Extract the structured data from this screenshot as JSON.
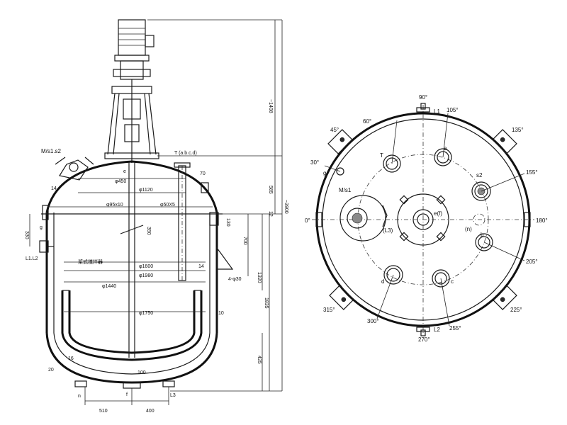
{
  "side_view": {
    "flange_labels": {
      "manhole_nozzle": "M/s1.s2",
      "thermometer": "T (a.b.c.d)",
      "nozzle_e": "e",
      "nozzle_g": "g",
      "nozzle_l1l2": "L1.L2",
      "nozzle_n": "n",
      "nozzle_f": "f",
      "nozzle_l3": "L3"
    },
    "dimensions": {
      "d450": "φ450",
      "d1120": "φ1120",
      "d95x10": "φ95x10",
      "d50x5": "φ50X5",
      "d1600": "φ1600",
      "d1980": "φ1980",
      "d1440": "φ1440",
      "d1750": "φ1750",
      "support": "4-φ30",
      "h1408": "~1408",
      "h585": "585",
      "h12": "12",
      "h3900": "~3900",
      "h700": "700",
      "h1320": "1320",
      "h1835": "1835",
      "h425": "425",
      "h350": "350",
      "h330": "330",
      "h130": "130",
      "h70": "70",
      "h14a": "14",
      "h14b": "14",
      "h10": "10",
      "h16": "16",
      "h20": "20",
      "h100": "100",
      "w510": "510",
      "w400": "400"
    },
    "center_label": "桨式搅拌器"
  },
  "top_view": {
    "angles": [
      "90°",
      "105°",
      "135°",
      "155°",
      "180°",
      "205°",
      "225°",
      "255°",
      "270°",
      "300°",
      "315°",
      "0°",
      "30°",
      "45°",
      "60°"
    ],
    "nozzles": {
      "L1": "L1",
      "L2": "L2",
      "a": "a",
      "b": "b",
      "c": "c",
      "d": "d",
      "T": "T",
      "g": "g",
      "s2": "s2",
      "Ms1": "M/s1",
      "L3": "(L3)",
      "ef": "e(f)",
      "n": "(n)"
    }
  }
}
